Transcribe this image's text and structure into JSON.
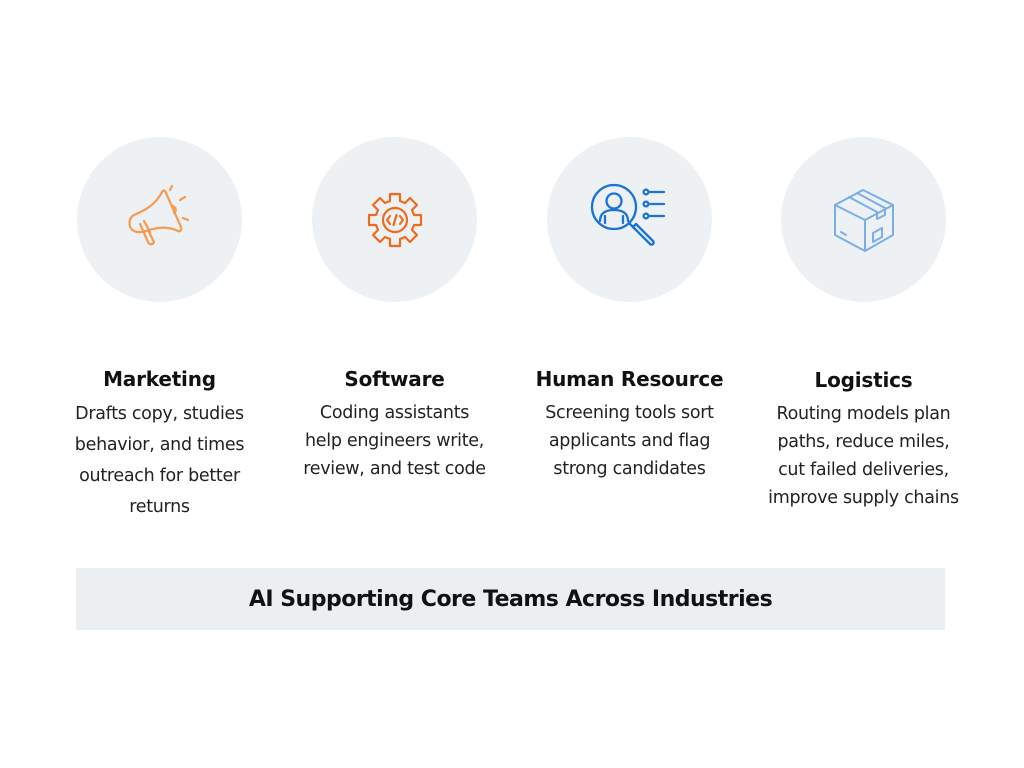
{
  "colors": {
    "marketing_icon": "#f59a4f",
    "software_icon": "#ee6b1c",
    "hr_icon": "#1a73d9",
    "logistics_icon": "#7aaee8",
    "circle_bg": "#eef1f4",
    "banner_bg": "#eceff2"
  },
  "cards": [
    {
      "icon": "megaphone-icon",
      "title": "Marketing",
      "lines": [
        "Drafts copy, studies",
        "behavior, and times",
        "outreach for better",
        "returns"
      ]
    },
    {
      "icon": "gear-code-icon",
      "title": "Software",
      "lines": [
        "Coding assistants",
        "help engineers write,",
        "review, and test code"
      ]
    },
    {
      "icon": "candidate-search-icon",
      "title": "Human Resource",
      "lines": [
        "Screening tools sort",
        "applicants and flag",
        "strong candidates"
      ]
    },
    {
      "icon": "package-box-icon",
      "title": "Logistics",
      "lines": [
        "Routing models plan",
        "paths, reduce miles,",
        "cut failed deliveries,",
        "improve supply chains"
      ]
    }
  ],
  "banner": {
    "text": "AI Supporting Core Teams Across Industries"
  }
}
